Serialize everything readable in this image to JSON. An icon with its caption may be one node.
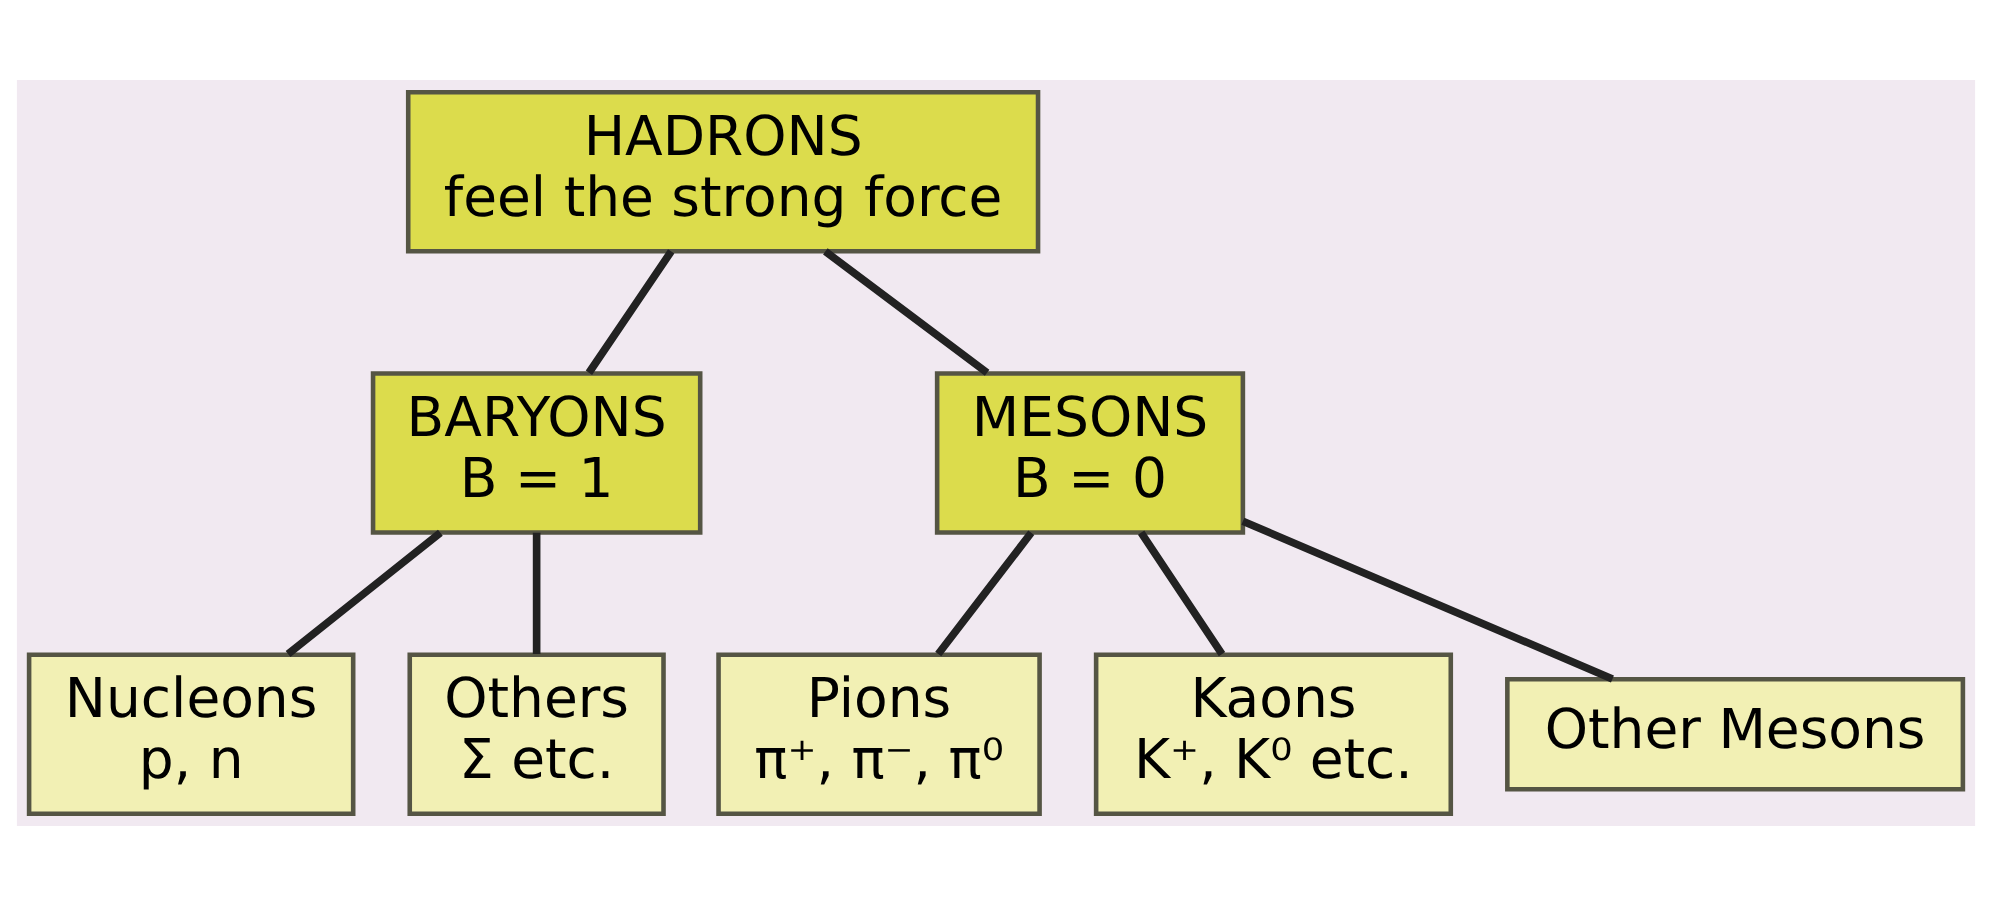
{
  "diagram": {
    "nodes": [
      {
        "text": [
          "HADRONS",
          "feel the strong force"
        ]
      },
      {
        "text": [
          "BARYONS",
          "B = 1"
        ]
      },
      {
        "text": [
          "MESONS",
          "B = 0"
        ]
      },
      {
        "text": [
          "Nucleons",
          "p, n"
        ]
      },
      {
        "text": [
          "Others",
          "Σ etc."
        ]
      },
      {
        "text": [
          "Pions",
          "π⁺, π⁻, π⁰"
        ]
      },
      {
        "text": [
          "Kaons",
          "K⁺, K⁰ etc."
        ]
      },
      {
        "text": [
          "Other Mesons"
        ]
      }
    ],
    "edges": [
      {
        "from": 0,
        "to": 1,
        "arrow": "none"
      },
      {
        "from": 0,
        "to": 2,
        "arrow": "none"
      },
      {
        "from": 1,
        "to": 3,
        "arrow": "none"
      },
      {
        "from": 1,
        "to": 4,
        "arrow": "none"
      },
      {
        "from": 2,
        "to": 5,
        "arrow": "none"
      },
      {
        "from": 2,
        "to": 6,
        "arrow": "none"
      },
      {
        "from": 2,
        "to": 7,
        "arrow": "none"
      }
    ]
  }
}
